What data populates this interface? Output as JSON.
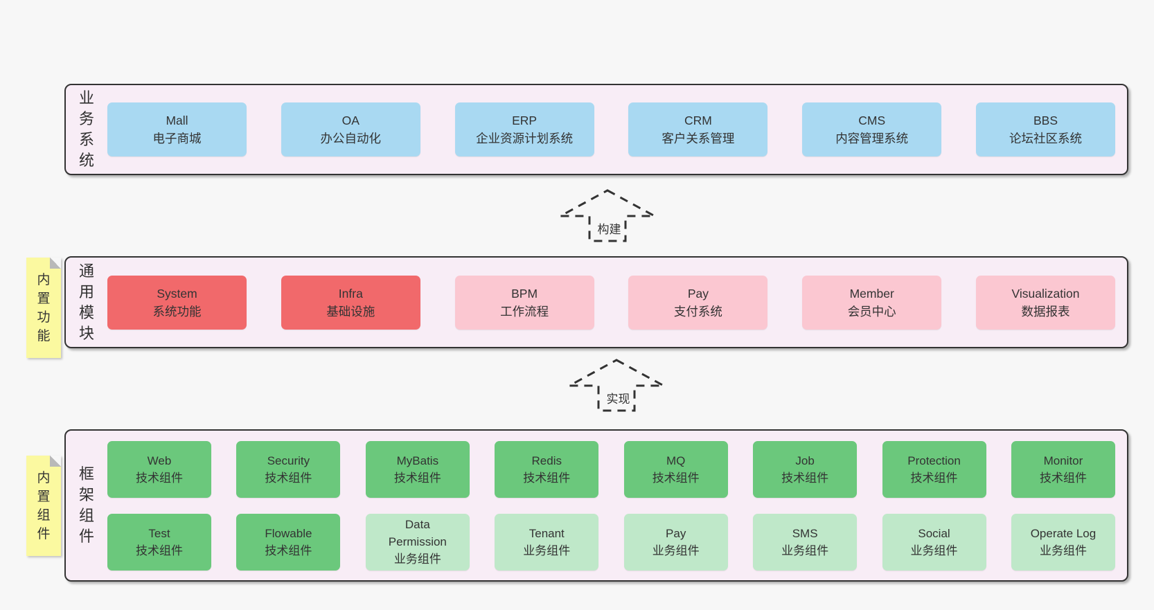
{
  "colors": {
    "page_bg": "#f7f7f7",
    "band_bg": "#f8edf6",
    "line": "#333333",
    "text": "#333333",
    "blue": "#a9d9f2",
    "red": "#f1696b",
    "pink": "#fbc7d1",
    "green": "#6bc87c",
    "light_green": "#bfe8c9",
    "sticky_yellow": "#fbf9a0",
    "sticky_fold": "#b9b9b9"
  },
  "arrows": [
    {
      "label": "构建"
    },
    {
      "label": "实现"
    }
  ],
  "bands": [
    {
      "label": "业务系统",
      "sticky": null,
      "rows": [
        [
          {
            "name": "Mall",
            "desc": "电子商城",
            "variant": "blue"
          },
          {
            "name": "OA",
            "desc": "办公自动化",
            "variant": "blue"
          },
          {
            "name": "ERP",
            "desc": "企业资源计划系统",
            "variant": "blue"
          },
          {
            "name": "CRM",
            "desc": "客户关系管理",
            "variant": "blue"
          },
          {
            "name": "CMS",
            "desc": "内容管理系统",
            "variant": "blue"
          },
          {
            "name": "BBS",
            "desc": "论坛社区系统",
            "variant": "blue"
          }
        ]
      ]
    },
    {
      "label": "通用模块",
      "sticky": "内置功能",
      "rows": [
        [
          {
            "name": "System",
            "desc": "系统功能",
            "variant": "red"
          },
          {
            "name": "Infra",
            "desc": "基础设施",
            "variant": "red"
          },
          {
            "name": "BPM",
            "desc": "工作流程",
            "variant": "pink"
          },
          {
            "name": "Pay",
            "desc": "支付系统",
            "variant": "pink"
          },
          {
            "name": "Member",
            "desc": "会员中心",
            "variant": "pink"
          },
          {
            "name": "Visualization",
            "desc": "数据报表",
            "variant": "pink"
          }
        ]
      ]
    },
    {
      "label": "框架组件",
      "sticky": "内置组件",
      "rows": [
        [
          {
            "name": "Web",
            "desc": "技术组件",
            "variant": "green"
          },
          {
            "name": "Security",
            "desc": "技术组件",
            "variant": "green"
          },
          {
            "name": "MyBatis",
            "desc": "技术组件",
            "variant": "green"
          },
          {
            "name": "Redis",
            "desc": "技术组件",
            "variant": "green"
          },
          {
            "name": "MQ",
            "desc": "技术组件",
            "variant": "green"
          },
          {
            "name": "Job",
            "desc": "技术组件",
            "variant": "green"
          },
          {
            "name": "Protection",
            "desc": "技术组件",
            "variant": "green"
          },
          {
            "name": "Monitor",
            "desc": "技术组件",
            "variant": "green"
          }
        ],
        [
          {
            "name": "Test",
            "desc": "技术组件",
            "variant": "green"
          },
          {
            "name": "Flowable",
            "desc": "技术组件",
            "variant": "green"
          },
          {
            "name": "Data Permission",
            "desc": "业务组件",
            "variant": "light-green"
          },
          {
            "name": "Tenant",
            "desc": "业务组件",
            "variant": "light-green"
          },
          {
            "name": "Pay",
            "desc": "业务组件",
            "variant": "light-green"
          },
          {
            "name": "SMS",
            "desc": "业务组件",
            "variant": "light-green"
          },
          {
            "name": "Social",
            "desc": "业务组件",
            "variant": "light-green"
          },
          {
            "name": "Operate Log",
            "desc": "业务组件",
            "variant": "light-green"
          }
        ]
      ]
    }
  ]
}
